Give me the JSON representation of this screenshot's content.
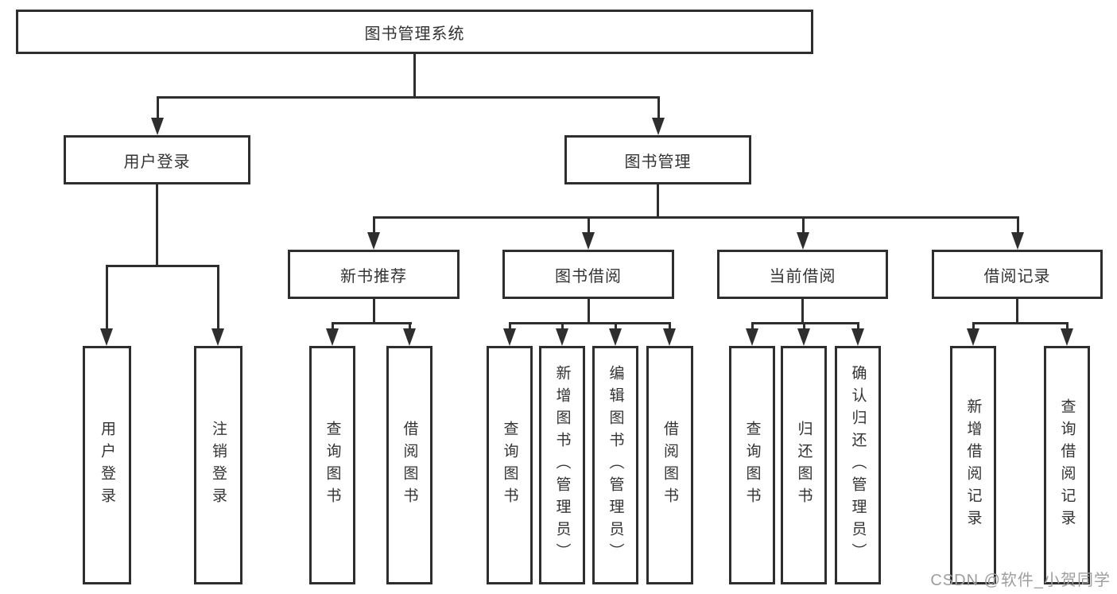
{
  "diagram": {
    "title": "图书管理系统 functional structure diagram",
    "root": {
      "label": "图书管理系统"
    },
    "level2": [
      {
        "id": "user-login",
        "label": "用户登录"
      },
      {
        "id": "book-management",
        "label": "图书管理"
      }
    ],
    "level3": [
      {
        "id": "new-book-recommend",
        "label": "新书推荐",
        "parent": "book-management"
      },
      {
        "id": "book-borrowing",
        "label": "图书借阅",
        "parent": "book-management"
      },
      {
        "id": "current-borrowing",
        "label": "当前借阅",
        "parent": "book-management"
      },
      {
        "id": "borrowing-records",
        "label": "借阅记录",
        "parent": "book-management"
      }
    ],
    "leaves": {
      "user_login": [
        "用户登录",
        "注销登录"
      ],
      "new_book_recommend": [
        "查询图书",
        "借阅图书"
      ],
      "book_borrowing": [
        "查询图书",
        "新增图书（管理员）",
        "编辑图书（管理员）",
        "借阅图书"
      ],
      "current_borrowing": [
        "查询图书",
        "归还图书",
        "确认归还（管理员）"
      ],
      "borrowing_records": [
        "新增借阅记录",
        "查询借阅记录"
      ]
    },
    "edges": [
      "图书管理系统→用户登录",
      "图书管理系统→图书管理",
      "用户登录→用户登录",
      "用户登录→注销登录",
      "图书管理→新书推荐",
      "图书管理→图书借阅",
      "图书管理→当前借阅",
      "图书管理→借阅记录",
      "新书推荐→查询图书",
      "新书推荐→借阅图书",
      "图书借阅→查询图书",
      "图书借阅→新增图书（管理员）",
      "图书借阅→编辑图书（管理员）",
      "图书借阅→借阅图书",
      "当前借阅→查询图书",
      "当前借阅→归还图书",
      "当前借阅→确认归还（管理员）",
      "借阅记录→新增借阅记录",
      "借阅记录→查询借阅记录"
    ]
  },
  "watermark": "CSDN @软件_小贺同学",
  "colors": {
    "line": "#2e2e2e",
    "text": "#333333",
    "background": "#ffffff",
    "watermark": "#9e9e9e"
  }
}
